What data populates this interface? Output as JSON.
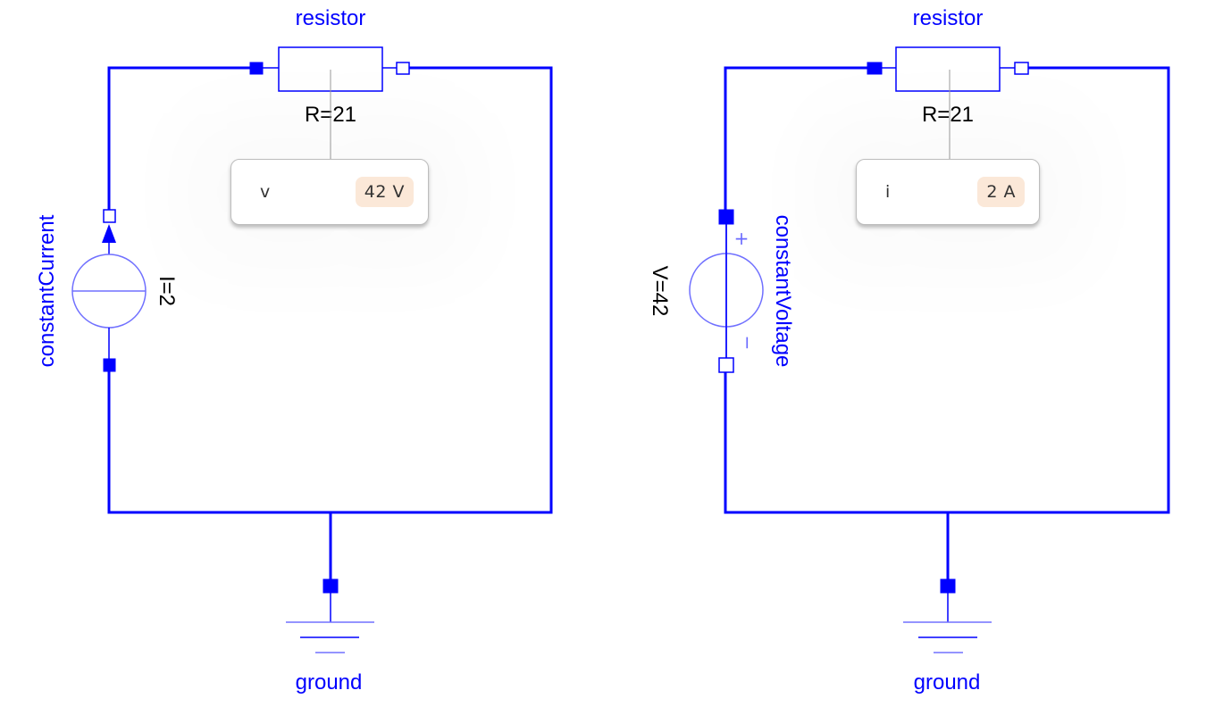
{
  "colors": {
    "wire": "#0000ff",
    "component_light": "#7070ff",
    "value_badge_bg": "#fbe8d8",
    "text_dark": "#333333"
  },
  "left_circuit": {
    "resistor": {
      "name": "resistor",
      "param": "R=21"
    },
    "source": {
      "name": "constantCurrent",
      "param": "I=2",
      "type": "current-source"
    },
    "ground": {
      "name": "ground"
    },
    "probe": {
      "variable": "v",
      "value": "42 V"
    }
  },
  "right_circuit": {
    "resistor": {
      "name": "resistor",
      "param": "R=21"
    },
    "source": {
      "name": "constantVoltage",
      "param": "V=42",
      "type": "voltage-source",
      "plus": "+",
      "minus": "−"
    },
    "ground": {
      "name": "ground"
    },
    "probe": {
      "variable": "i",
      "value": "2 A"
    }
  }
}
